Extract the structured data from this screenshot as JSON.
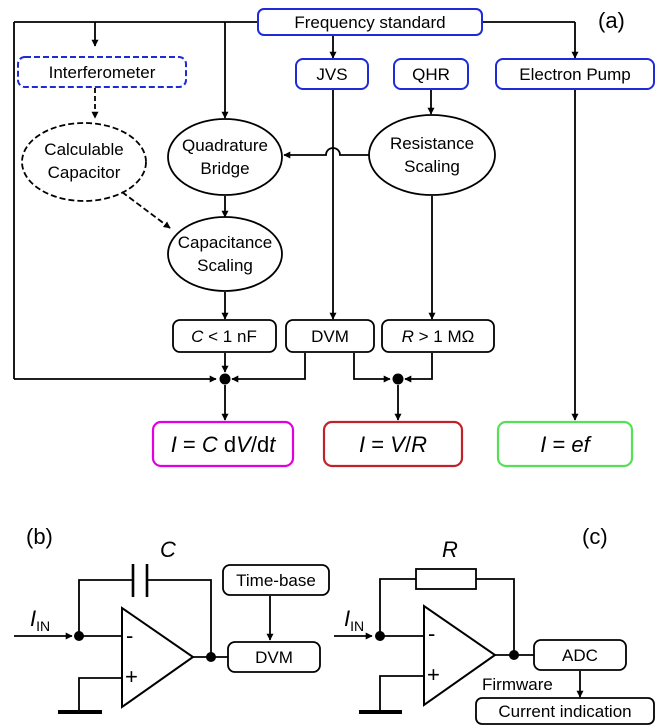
{
  "panel_labels": {
    "a": "(a)",
    "b": "(b)",
    "c": "(c)"
  },
  "colors": {
    "black": "#000000",
    "blue": "#1f2bd6",
    "magenta": "#e000e0",
    "red": "#c0222a",
    "green": "#55e055"
  },
  "panel_a": {
    "frequency_standard": "Frequency standard",
    "interferometer": "Interferometer",
    "jvs": "JVS",
    "qhr": "QHR",
    "electron_pump": "Electron Pump",
    "calculable_capacitor": [
      "Calculable",
      "Capacitor"
    ],
    "quadrature_bridge": [
      "Quadrature",
      "Bridge"
    ],
    "resistance_scaling": [
      "Resistance",
      "Scaling"
    ],
    "capacitance_scaling": [
      "Capacitance",
      "Scaling"
    ],
    "c_ref": {
      "var": "C",
      "rest": " < 1 nF"
    },
    "dvm": "DVM",
    "r_ref": {
      "var": "R",
      "rest": " > 1 MΩ"
    },
    "result_cap": {
      "i": "I",
      "eq": " = ",
      "c": "C",
      "d1": " d",
      "v": "V",
      "d2": "/d",
      "t": "t"
    },
    "result_res": {
      "i": "I",
      "eq": " = ",
      "v": "V",
      "sl": "/",
      "r": "R"
    },
    "result_pump": {
      "i": "I",
      "eq": " = ",
      "ef": "ef"
    }
  },
  "panel_b": {
    "capacitor_label": "C",
    "input_label": {
      "i": "I",
      "sub": "IN"
    },
    "time_base": "Time-base",
    "dvm": "DVM",
    "minus": "-",
    "plus": "+"
  },
  "panel_c": {
    "resistor_label": "R",
    "input_label": {
      "i": "I",
      "sub": "IN"
    },
    "adc": "ADC",
    "firmware": "Firmware",
    "current_indication": "Current indication",
    "minus": "-",
    "plus": "+"
  }
}
